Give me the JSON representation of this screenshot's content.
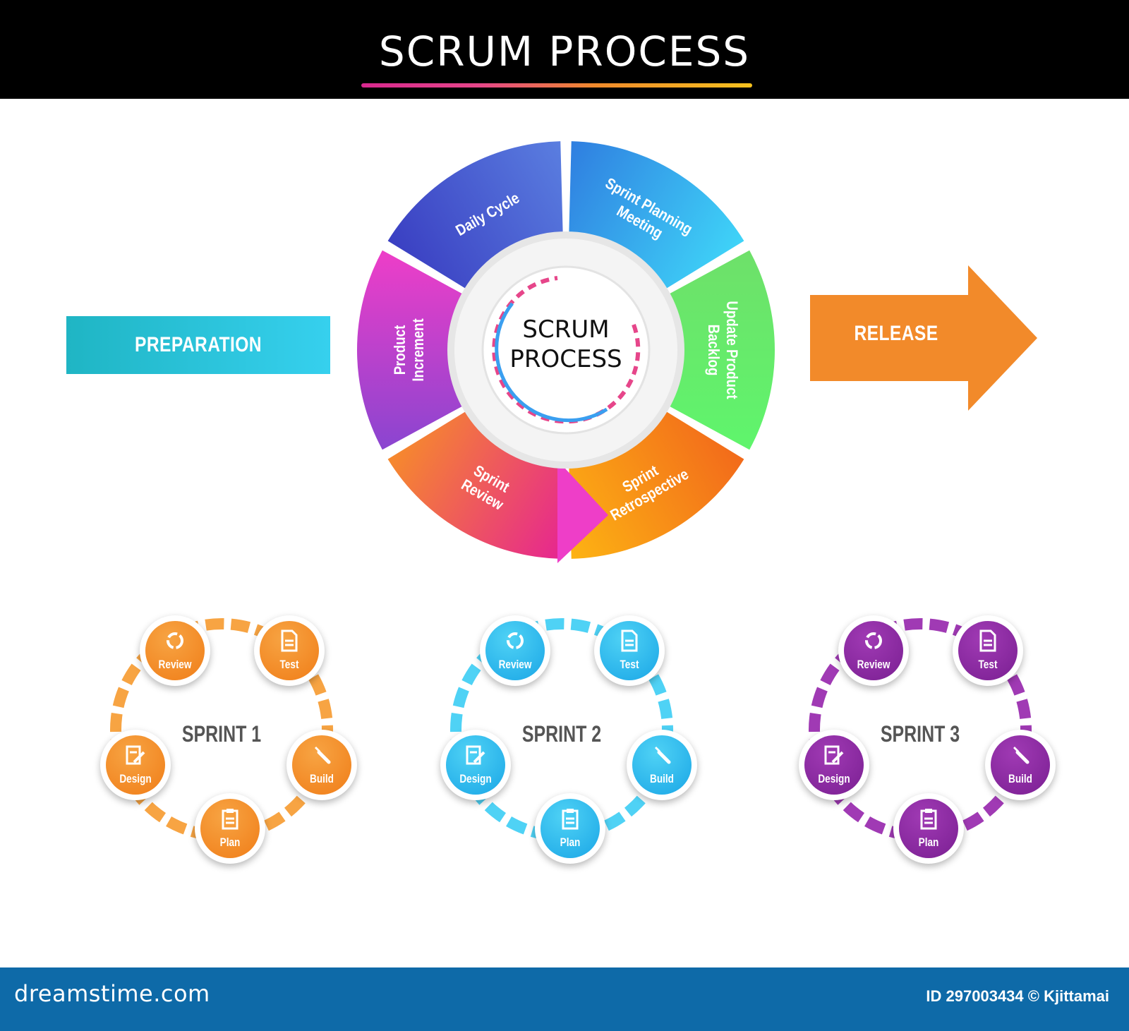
{
  "header": {
    "title": "SCRUM  PROCESS"
  },
  "preparation": {
    "label": "PREPARATION"
  },
  "release": {
    "label": "RELEASE"
  },
  "wheel": {
    "center_line1": "SCRUM",
    "center_line2": "PROCESS",
    "segments": [
      {
        "line1": "Sprint Planning",
        "line2": "Meeting",
        "color_start": "#2f7ee0",
        "color_end": "#3fd4f8"
      },
      {
        "line1": "Update Product",
        "line2": "Backlog",
        "color_start": "#6ee06a",
        "color_end": "#5ff56c"
      },
      {
        "line1": "Sprint",
        "line2": "Retrospective",
        "color_start": "#f26a1b",
        "color_end": "#fdb313"
      },
      {
        "line1": "Sprint",
        "line2": "Review",
        "color_start": "#e62690",
        "color_end": "#f68a2c"
      },
      {
        "line1": "Product",
        "line2": "Increment",
        "color_start": "#8a45d0",
        "color_end": "#ee3ec8"
      },
      {
        "line1": "Daily Cycle",
        "line2": "",
        "color_start": "#3a3fc2",
        "color_end": "#5a7ee0"
      }
    ]
  },
  "sprints": [
    {
      "label": "SPRINT 1",
      "color": "#f07d18",
      "color_light": "#f7a443",
      "nodes": {
        "review": "Review",
        "test": "Test",
        "build": "Build",
        "plan": "Plan",
        "design": "Design"
      }
    },
    {
      "label": "SPRINT 2",
      "color": "#1aa6e6",
      "color_light": "#4fd2f5",
      "nodes": {
        "review": "Review",
        "test": "Test",
        "build": "Build",
        "plan": "Plan",
        "design": "Design"
      }
    },
    {
      "label": "SPRINT 3",
      "color": "#7a1f92",
      "color_light": "#a03ab4",
      "nodes": {
        "review": "Review",
        "test": "Test",
        "build": "Build",
        "plan": "Plan",
        "design": "Design"
      }
    }
  ],
  "footer": {
    "logo": "dreamstime.com",
    "id_text": "ID 297003434 © Kjittamai"
  }
}
